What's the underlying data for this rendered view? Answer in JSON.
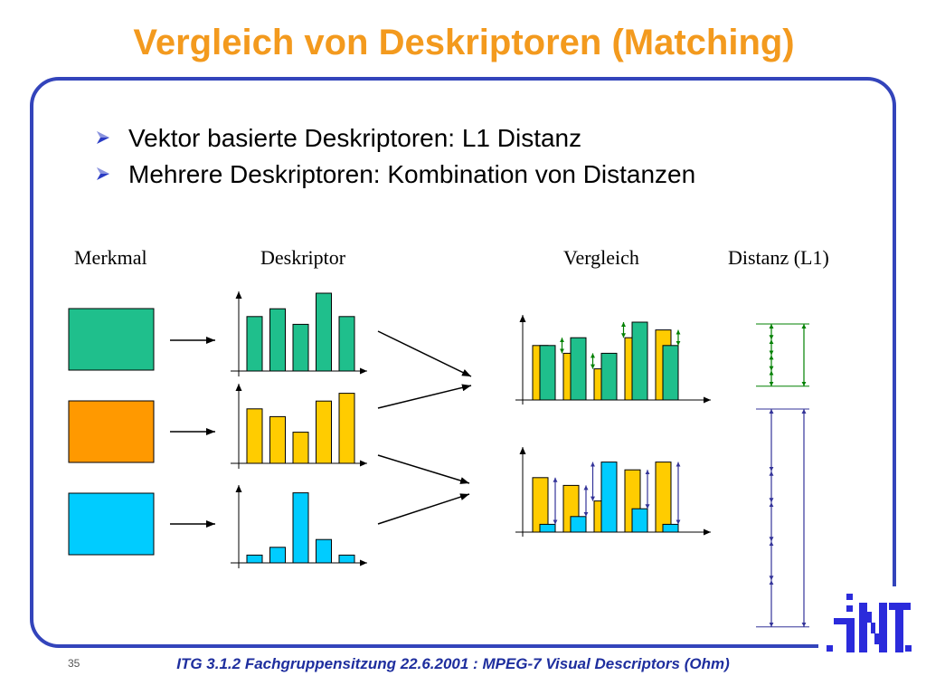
{
  "title": "Vergleich von Deskriptoren (Matching)",
  "bullets": [
    "Vektor basierte Deskriptoren: L1 Distanz",
    "Mehrere Deskriptoren: Kombination von Distanzen"
  ],
  "column_labels": {
    "feature": "Merkmal",
    "descriptor": "Deskriptor",
    "comparison": "Vergleich",
    "distance": "Distanz (L1)"
  },
  "features": [
    {
      "box_color": "#1FBF8C",
      "bar_color": "#1FBF8C",
      "descriptor_values": [
        7,
        8,
        6,
        10,
        7
      ]
    },
    {
      "box_color": "#FF9900",
      "bar_color": "#FFCC00",
      "descriptor_values": [
        7,
        6,
        4,
        8,
        9
      ]
    },
    {
      "box_color": "#00CCFF",
      "bar_color": "#00CCFF",
      "descriptor_values": [
        1,
        2,
        9,
        3,
        1
      ]
    }
  ],
  "comparisons": [
    {
      "compared_features": [
        1,
        0
      ],
      "arrow_color": "#008000"
    },
    {
      "compared_features": [
        1,
        2
      ],
      "arrow_color": "#333399"
    }
  ],
  "colors": {
    "title": "#F39A1E",
    "border": "#3344BB",
    "bullet": "#2A3BC4",
    "footer_text": "#1E2E9E",
    "page_number": "#555555",
    "logo": "#2B2BDB"
  },
  "footer": {
    "page_number": "35",
    "text": "ITG 3.1.2 Fachgruppensitzung 22.6.2001 : MPEG-7 Visual Descriptors (Ohm)"
  },
  "logo": {
    "text": "INT"
  }
}
